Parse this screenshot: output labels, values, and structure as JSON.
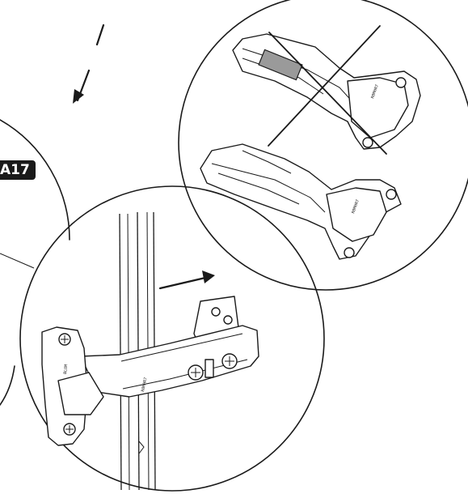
{
  "step_label": "A17",
  "printed_hinge_marks": {
    "arm_code": "R0MHR7",
    "cup_mark": "BLUM"
  },
  "colors": {
    "ink": "#1a1a1a",
    "background": "#ffffff",
    "highlight": "#9a9a9a"
  },
  "icons": [
    "arrow-down-icon",
    "arrow-right-icon",
    "cross-out-icon"
  ]
}
